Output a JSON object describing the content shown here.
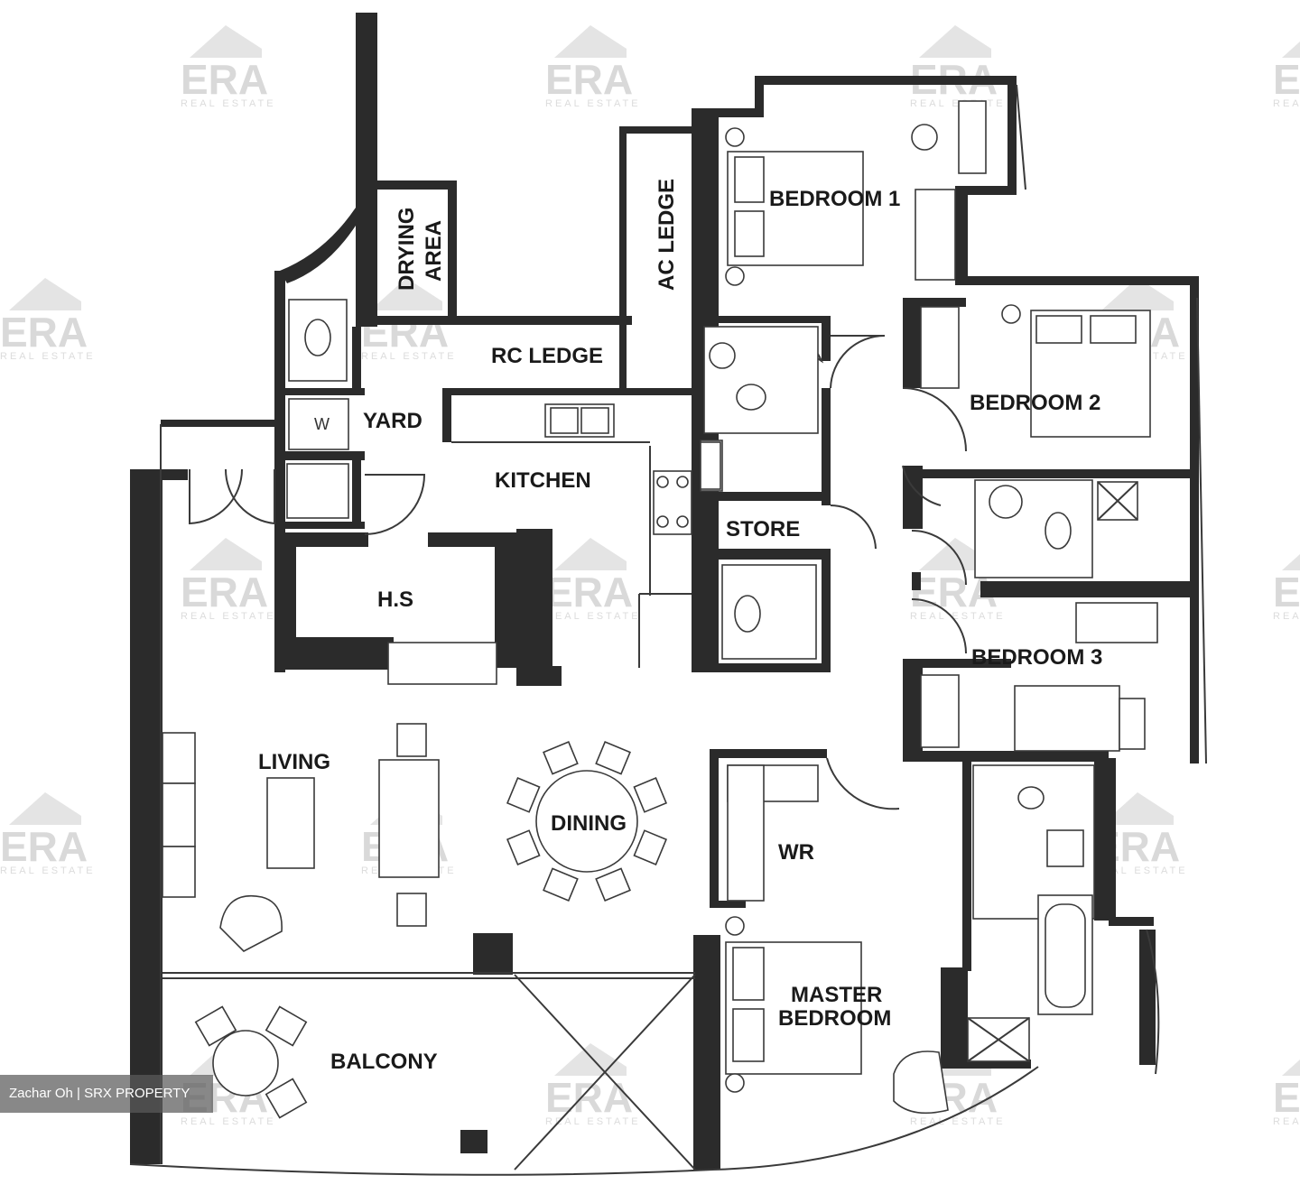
{
  "rooms": {
    "bedroom1": "BEDROOM 1",
    "bedroom2": "BEDROOM 2",
    "bedroom3": "BEDROOM 3",
    "drying1": "DRYING",
    "drying2": "AREA",
    "ac_ledge": "AC LEDGE",
    "rc_ledge": "RC LEDGE",
    "yard": "YARD",
    "washer": "W",
    "kitchen": "KITCHEN",
    "store": "STORE",
    "hs": "H.S",
    "living": "LIVING",
    "dining": "DINING",
    "wr": "WR",
    "master1": "MASTER",
    "master2": "BEDROOM",
    "balcony": "BALCONY"
  },
  "watermark": {
    "brand": "ERA",
    "sub": "REAL ESTATE"
  },
  "credit": "Zachar Oh | SRX PROPERTY"
}
